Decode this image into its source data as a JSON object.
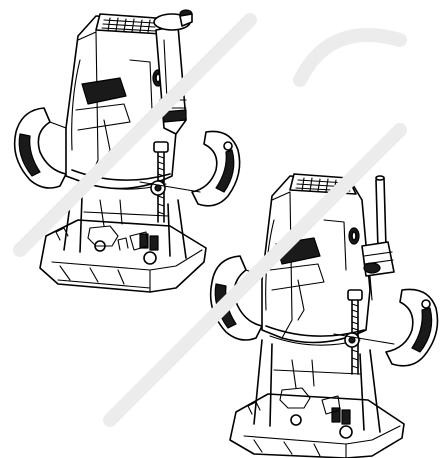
{
  "colors": {
    "line": "#000000",
    "background": "#ffffff",
    "dark_fill": "#1a1a1a",
    "watermark": "#e6e6e6"
  },
  "figures": [
    {
      "name": "router-with-depth-rod-lowered"
    },
    {
      "name": "router-with-depth-rod-raised"
    }
  ],
  "watermark": {
    "kind": "diagonal-bands"
  }
}
